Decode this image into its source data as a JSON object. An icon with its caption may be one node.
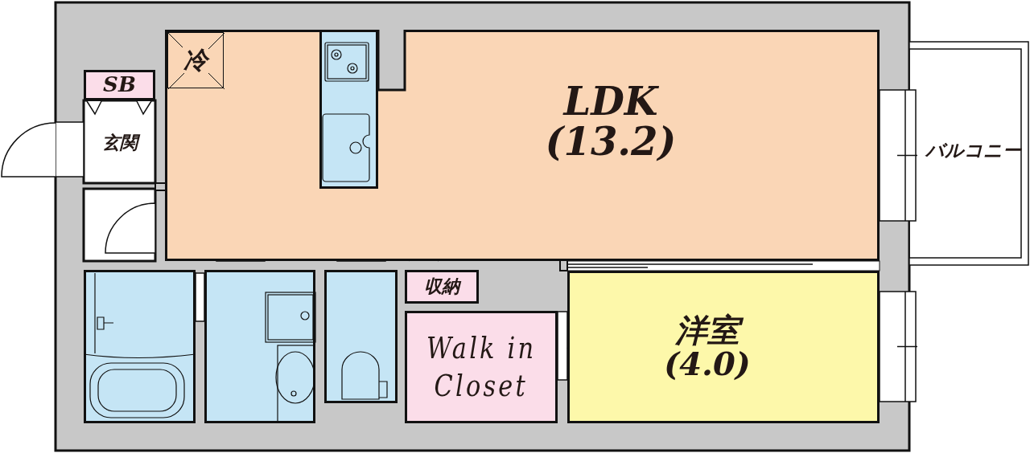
{
  "diagram": {
    "nodes": [
      {
        "text": [
          "SB"
        ]
      },
      {
        "text": [
          "LDK",
          "(13.2)"
        ]
      },
      {
        "text": [
          "冷"
        ],
        "in": 1
      },
      {
        "text": [],
        "shape": "box",
        "in": 1
      },
      {
        "text": [
          "玄関"
        ]
      },
      {
        "text": [
          "バルコニー"
        ]
      },
      {
        "text": [],
        "shape": "box"
      },
      {
        "text": [],
        "shape": "box"
      },
      {
        "text": [],
        "shape": "box"
      },
      {
        "text": [
          "収納"
        ]
      },
      {
        "text": [
          "Walk in",
          "Closet"
        ]
      },
      {
        "text": [
          "洋室",
          "(4.0)"
        ]
      }
    ]
  }
}
